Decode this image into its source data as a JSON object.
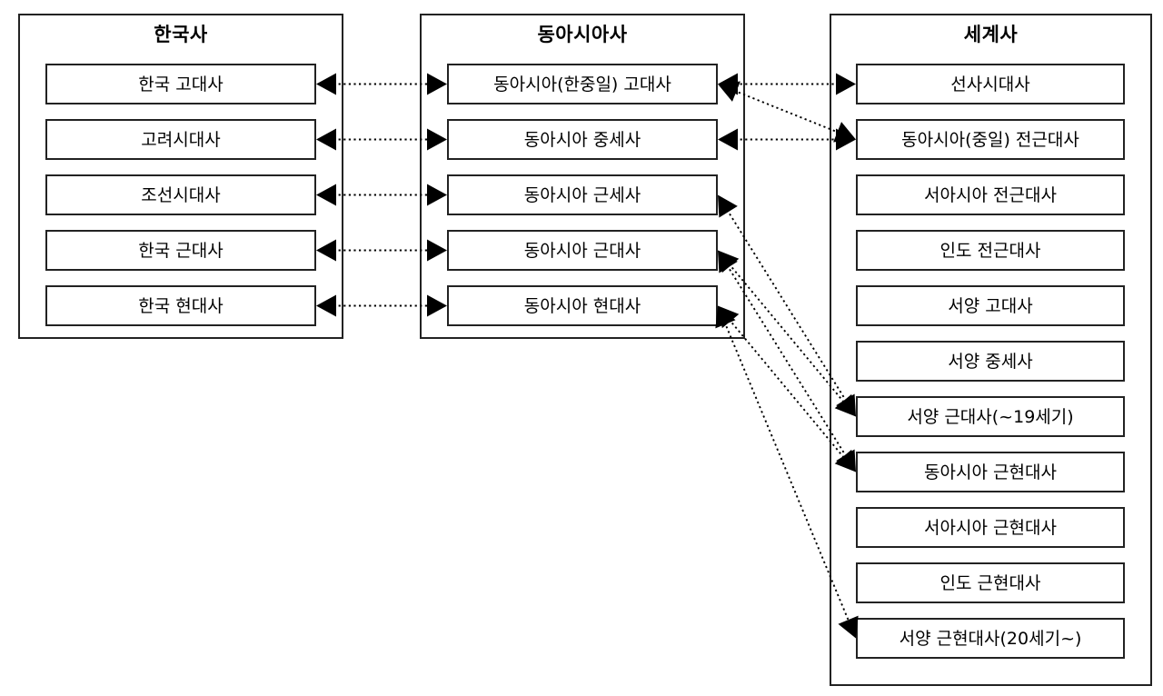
{
  "diagram": {
    "title_korea": "한국사",
    "title_east_asia": "동아시아사",
    "title_world": "세계사",
    "line_style": "dotted",
    "line_color": "#000000",
    "box_border_color": "#222222",
    "background_color": "#ffffff"
  },
  "columns": {
    "korea": {
      "heading": "한국사",
      "items": [
        {
          "label": "한국 고대사"
        },
        {
          "label": "고려시대사"
        },
        {
          "label": "조선시대사"
        },
        {
          "label": "한국 근대사"
        },
        {
          "label": "한국 현대사"
        }
      ]
    },
    "east_asia": {
      "heading": "동아시아사",
      "items": [
        {
          "label": "동아시아(한중일) 고대사"
        },
        {
          "label": "동아시아 중세사"
        },
        {
          "label": "동아시아 근세사"
        },
        {
          "label": "동아시아 근대사"
        },
        {
          "label": "동아시아 현대사"
        }
      ]
    },
    "world": {
      "heading": "세계사",
      "items": [
        {
          "label": "선사시대사"
        },
        {
          "label": "동아시아(중일) 전근대사"
        },
        {
          "label": "서아시아 전근대사"
        },
        {
          "label": "인도 전근대사"
        },
        {
          "label": "서양 고대사"
        },
        {
          "label": "서양 중세사"
        },
        {
          "label": "서양 근대사(~19세기)"
        },
        {
          "label": "동아시아 근현대사"
        },
        {
          "label": "서아시아 근현대사"
        },
        {
          "label": "인도 근현대사"
        },
        {
          "label": "서양 근현대사(20세기~)"
        }
      ]
    }
  },
  "connections": [
    {
      "from": "한국 고대사",
      "to": "동아시아(한중일) 고대사",
      "direction": "both"
    },
    {
      "from": "고려시대사",
      "to": "동아시아 중세사",
      "direction": "both"
    },
    {
      "from": "조선시대사",
      "to": "동아시아 근세사",
      "direction": "both"
    },
    {
      "from": "한국 근대사",
      "to": "동아시아 근대사",
      "direction": "both"
    },
    {
      "from": "한국 현대사",
      "to": "동아시아 현대사",
      "direction": "both"
    },
    {
      "from": "동아시아(한중일) 고대사",
      "to": "선사시대사",
      "direction": "both"
    },
    {
      "from": "동아시아 중세사",
      "to": "동아시아(중일) 전근대사",
      "direction": "both"
    },
    {
      "from": "동아시아(한중일) 고대사",
      "to": "동아시아(중일) 전근대사",
      "direction": "both"
    },
    {
      "from": "동아시아 근세사",
      "to": "서양 근대사(~19세기)",
      "direction": "both"
    },
    {
      "from": "동아시아 근대사",
      "to": "서양 근대사(~19세기)",
      "direction": "both"
    },
    {
      "from": "동아시아 근대사",
      "to": "동아시아 근현대사",
      "direction": "both"
    },
    {
      "from": "동아시아 현대사",
      "to": "동아시아 근현대사",
      "direction": "both"
    },
    {
      "from": "동아시아 현대사",
      "to": "서양 근현대사(20세기~)",
      "direction": "both"
    }
  ]
}
